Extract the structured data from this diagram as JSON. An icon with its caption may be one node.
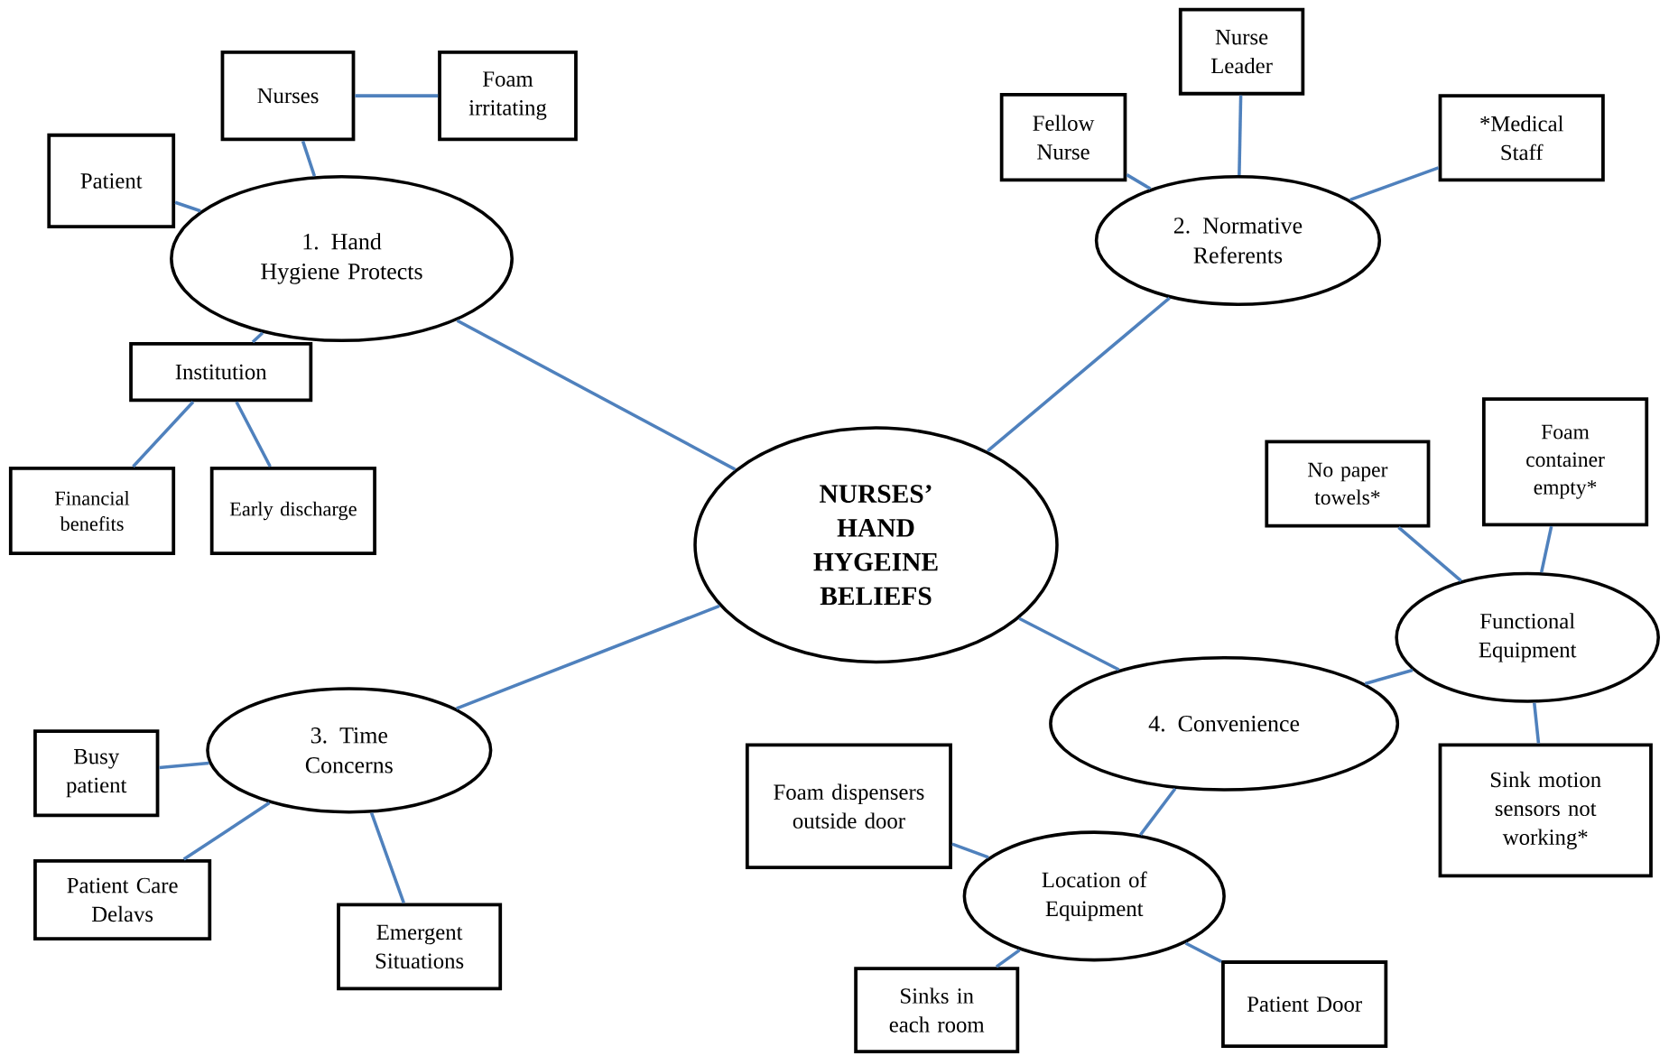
{
  "diagram": {
    "nodes": [
      {
        "text": [
          "NURSES’ HAND HYGEINE BELIEFS"
        ]
      },
      {
        "text": [
          "1. Hand Hygiene Protects"
        ]
      },
      {
        "text": [
          "Patient"
        ]
      },
      {
        "text": [
          "Nurses"
        ]
      },
      {
        "text": [
          "Foam irritating"
        ]
      },
      {
        "text": [
          "Institution"
        ]
      },
      {
        "text": [
          "Financial benefits"
        ]
      },
      {
        "text": [
          "Early discharge"
        ]
      },
      {
        "text": [
          "2. Normative Referents"
        ]
      },
      {
        "text": [
          "Fellow Nurse"
        ]
      },
      {
        "text": [
          "Nurse Leader"
        ]
      },
      {
        "text": [
          "*Medical Staff"
        ]
      },
      {
        "text": [
          "3. Time Concerns"
        ]
      },
      {
        "text": [
          "Busy patient"
        ]
      },
      {
        "text": [
          "Patient Care Delavs"
        ]
      },
      {
        "text": [
          "Emergent Situations"
        ]
      },
      {
        "text": [
          "4. Convenience"
        ]
      },
      {
        "text": [
          "Functional Equipment"
        ]
      },
      {
        "text": [
          "No paper towels*"
        ]
      },
      {
        "text": [
          "Foam container empty*"
        ]
      },
      {
        "text": [
          "Sink motion sensors not working*"
        ]
      },
      {
        "text": [
          "Location of Equipment"
        ]
      },
      {
        "text": [
          "Foam dispensers outside door"
        ]
      },
      {
        "text": [
          "Sinks in each room"
        ]
      },
      {
        "text": [
          "Patient Door"
        ]
      }
    ],
    "edges": [
      {
        "from": 0,
        "to": 1,
        "arrow": "none"
      },
      {
        "from": 0,
        "to": 8,
        "arrow": "none"
      },
      {
        "from": 0,
        "to": 12,
        "arrow": "none"
      },
      {
        "from": 0,
        "to": 16,
        "arrow": "none"
      },
      {
        "from": 1,
        "to": 2,
        "arrow": "none"
      },
      {
        "from": 1,
        "to": 3,
        "arrow": "none"
      },
      {
        "from": 3,
        "to": 4,
        "arrow": "none"
      },
      {
        "from": 1,
        "to": 5,
        "arrow": "none"
      },
      {
        "from": 5,
        "to": 6,
        "arrow": "none"
      },
      {
        "from": 5,
        "to": 7,
        "arrow": "none"
      },
      {
        "from": 8,
        "to": 9,
        "arrow": "none"
      },
      {
        "from": 8,
        "to": 10,
        "arrow": "none"
      },
      {
        "from": 8,
        "to": 11,
        "arrow": "none"
      },
      {
        "from": 12,
        "to": 13,
        "arrow": "none"
      },
      {
        "from": 12,
        "to": 14,
        "arrow": "none"
      },
      {
        "from": 12,
        "to": 15,
        "arrow": "none"
      },
      {
        "from": 16,
        "to": 17,
        "arrow": "none"
      },
      {
        "from": 17,
        "to": 18,
        "arrow": "none"
      },
      {
        "from": 17,
        "to": 19,
        "arrow": "none"
      },
      {
        "from": 17,
        "to": 20,
        "arrow": "none"
      },
      {
        "from": 16,
        "to": 21,
        "arrow": "none"
      },
      {
        "from": 21,
        "to": 22,
        "arrow": "none"
      },
      {
        "from": 21,
        "to": 23,
        "arrow": "none"
      },
      {
        "from": 21,
        "to": 24,
        "arrow": "none"
      }
    ]
  }
}
